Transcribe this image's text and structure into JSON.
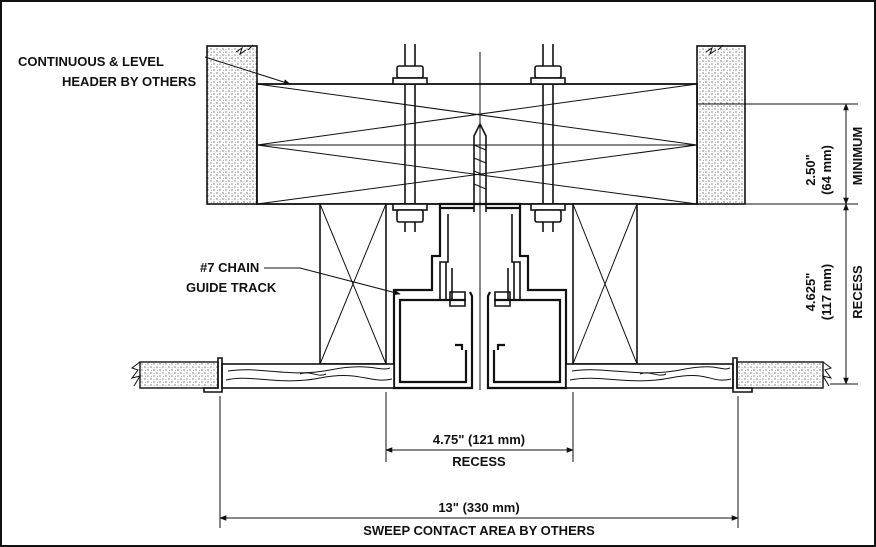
{
  "labels": {
    "header_line1": "CONTINUOUS & LEVEL",
    "header_line2": "HEADER BY OTHERS",
    "track_line1": "#7 CHAIN",
    "track_line2": "GUIDE TRACK",
    "dim_header_value": "2.50\"",
    "dim_header_metric": "(64 mm)",
    "dim_header_note": "MINIMUM",
    "dim_recess_v_value": "4.625\"",
    "dim_recess_v_metric": "(117 mm)",
    "dim_recess_v_note": "RECESS",
    "dim_recess_h_value": "4.75\" (121 mm)",
    "dim_recess_h_note": "RECESS",
    "dim_sweep_value": "13\" (330 mm)",
    "dim_sweep_note": "SWEEP CONTACT AREA BY OTHERS"
  }
}
